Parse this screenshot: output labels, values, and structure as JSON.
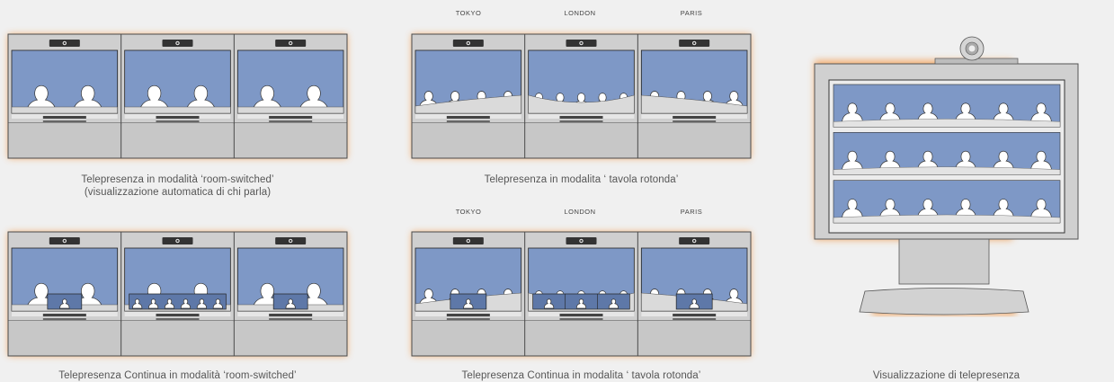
{
  "captions": {
    "room_switched": "Telepresenza in modalità ‘room-switched’",
    "room_switched_sub": "(visualizzazione automatica di chi parla)",
    "round_table": "Telepresenza in modalita ‘ tavola rotonda’",
    "cp_room_switched": "Telepresenza Continua in modalità ‘room-switched’",
    "cp_round_table": "Telepresenza Continua in modalita ‘ tavola rotonda’",
    "display": "Visualizzazione di telepresenza"
  },
  "cities_top": [
    "TOKYO",
    "LONDON",
    "PARIS"
  ],
  "cities_bottom": [
    "TOKYO",
    "LONDON",
    "PARIS"
  ],
  "colors": {
    "screen": "#7e98c6",
    "screen_dark": "#5e78a8",
    "frame": "#cfcfcf",
    "frame_border": "#4a4a4a",
    "glow": "#f3a35b",
    "silhouette": "#ffffff"
  },
  "icons": [
    "camera-icon",
    "person-silhouette-icon"
  ]
}
